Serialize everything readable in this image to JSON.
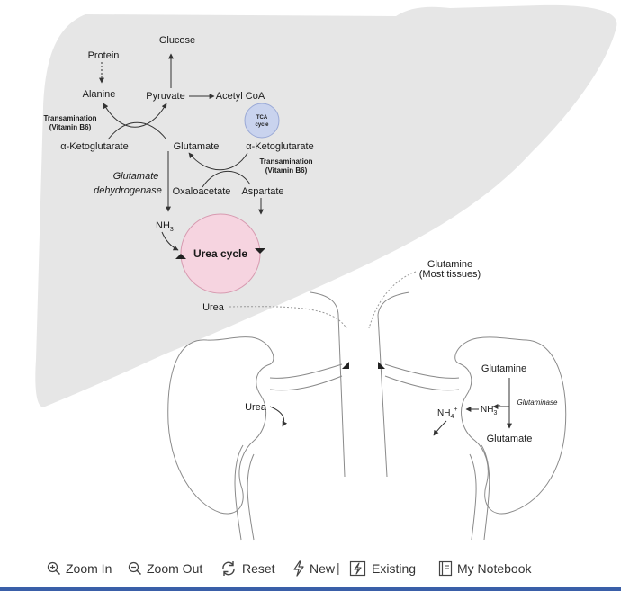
{
  "diagram": {
    "labels": {
      "protein": "Protein",
      "glucose": "Glucose",
      "alanine": "Alanine",
      "pyruvate": "Pyruvate",
      "acetyl_coa": "Acetyl CoA",
      "tca_cycle_line1": "TCA",
      "tca_cycle_line2": "cycle",
      "transamination_left_1": "Transamination",
      "transamination_left_2": "(Vitamin B6)",
      "a_ketoglutarate_left": "α-Ketoglutarate",
      "glutamate_liver": "Glutamate",
      "a_ketoglutarate_right": "α-Ketoglutarate",
      "transamination_right_1": "Transamination",
      "transamination_right_2": "(Vitamin B6)",
      "glutamate_dehydrogenase_1": "Glutamate",
      "glutamate_dehydrogenase_2": "dehydrogenase",
      "oxaloacetate": "Oxaloacetate",
      "aspartate": "Aspartate",
      "nh3": "NH",
      "nh3_sub": "3",
      "urea_cycle": "Urea cycle",
      "urea_liver": "Urea",
      "glutamine_tissues_1": "Glutamine",
      "glutamine_tissues_2": "(Most tissues)",
      "urea_kidney": "Urea",
      "glutamine_kidney": "Glutamine",
      "glutaminase": "Glutaminase",
      "nh4": "NH",
      "nh4_sub": "4",
      "nh4_sup": "+",
      "nh3_kidney": "NH",
      "nh3_kidney_sub": "3",
      "nh3_kidney_sup": "+",
      "glutamate_kidney": "Glutamate"
    },
    "colors": {
      "liver_fill": "#e6e6e6",
      "tca_fill": "#c9d3ee",
      "urea_cycle_fill": "#f6d4e0"
    }
  },
  "toolbar": {
    "zoom_in": "Zoom In",
    "zoom_out": "Zoom Out",
    "reset": "Reset",
    "new": "New",
    "separator": "|",
    "existing": "Existing",
    "my_notebook": "My Notebook",
    "icons": [
      "zoom-in-icon",
      "zoom-out-icon",
      "reset-icon",
      "new-icon",
      "existing-icon",
      "notebook-icon"
    ]
  },
  "colors": {
    "bottom_bar": "#3a5fa8"
  }
}
